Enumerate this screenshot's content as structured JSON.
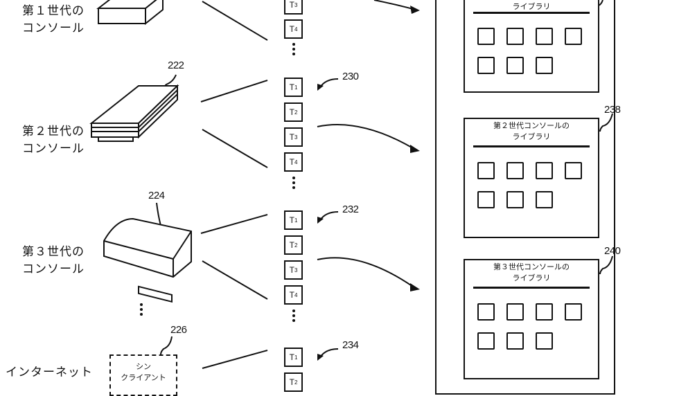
{
  "consoles": [
    {
      "label_line1": "第１世代の",
      "label_line2": "コンソール",
      "ref": ""
    },
    {
      "label_line1": "第２世代の",
      "label_line2": "コンソール",
      "ref": "222"
    },
    {
      "label_line1": "第３世代の",
      "label_line2": "コンソール",
      "ref": "224"
    },
    {
      "label_line1": "インターネット",
      "label_line2": "",
      "ref": "226"
    }
  ],
  "thin_client": {
    "line1": "シン",
    "line2": "クライアント"
  },
  "title_stacks": [
    {
      "ref": "",
      "titles": [
        "T3",
        "T4"
      ]
    },
    {
      "ref": "230",
      "titles": [
        "T1",
        "T2",
        "T3",
        "T4"
      ]
    },
    {
      "ref": "232",
      "titles": [
        "T1",
        "T2",
        "T3",
        "T4"
      ]
    },
    {
      "ref": "234",
      "titles": [
        "T1",
        "T2"
      ]
    }
  ],
  "title_label": {
    "letter": "T",
    "subscripts": [
      "1",
      "2",
      "3",
      "4"
    ]
  },
  "libraries": [
    {
      "title_line1": "",
      "title_line2": "ライブラリ",
      "ref": "",
      "slots": 7
    },
    {
      "title_line1": "第２世代コンソールの",
      "title_line2": "ライブラリ",
      "ref": "238",
      "slots": 7
    },
    {
      "title_line1": "第３世代コンソールの",
      "title_line2": "ライブラリ",
      "ref": "240",
      "slots": 7
    }
  ]
}
